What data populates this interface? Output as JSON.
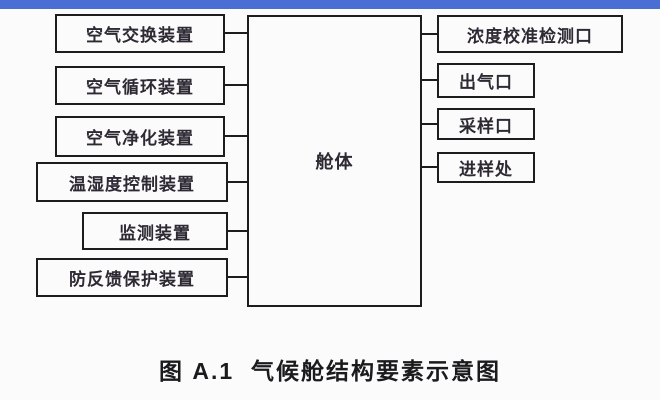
{
  "colors": {
    "top_bar": "#4a6fd4",
    "canvas_bg": "#fcfbfc",
    "line": "#1d1d1f",
    "text": "#2d2a33"
  },
  "diagram": {
    "center_box": {
      "label": "舱体"
    },
    "left_boxes": [
      {
        "label": "空气交换装置"
      },
      {
        "label": "空气循环装置"
      },
      {
        "label": "空气净化装置"
      },
      {
        "label": "温湿度控制装置"
      },
      {
        "label": "监测装置"
      },
      {
        "label": "防反馈保护装置"
      }
    ],
    "right_boxes": [
      {
        "label": "浓度校准检测口"
      },
      {
        "label": "出气口"
      },
      {
        "label": "采样口"
      },
      {
        "label": "进样处"
      }
    ],
    "caption": "图 A.1  气候舱结构要素示意图"
  }
}
